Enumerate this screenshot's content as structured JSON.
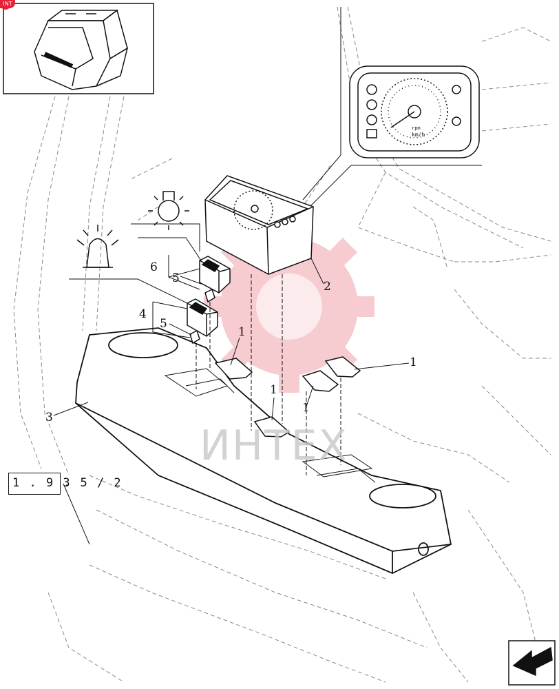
{
  "callouts": {
    "c1a": "1",
    "c1b": "1",
    "c1c": "1",
    "c1d": "1",
    "c2": "2",
    "c3": "3",
    "c4": "4",
    "c5a": "5",
    "c5b": "5",
    "c6": "6"
  },
  "reference": {
    "boxed": "1 . 9 3",
    "tail": ". 5 / 2"
  },
  "watermark": "ИНТЕХ",
  "badge": "INT",
  "gauge": {
    "unit": "km/h",
    "rpm": "rpm"
  },
  "colors": {
    "line": "#111111",
    "ghost": "#888888",
    "watermark_red": "#e2233a"
  }
}
